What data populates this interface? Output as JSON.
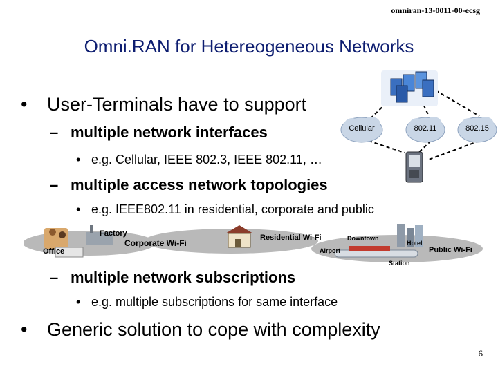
{
  "doc_id": "omniran-13-0011-00-ecsg",
  "title": "Omni.RAN for Hetereogeneous Networks",
  "bullets": {
    "b1": "User-Terminals have to support",
    "sub1": "multiple network interfaces",
    "sub1_example": "e.g. Cellular, IEEE 802.3, IEEE 802.11, …",
    "sub2": "multiple access network topologies",
    "sub2_example": "e.g. IEEE802.11 in residential, corporate and public",
    "sub3": "multiple network subscriptions",
    "sub3_example": "e.g. multiple subscriptions for same interface",
    "b2": "Generic solution to cope with complexity"
  },
  "network_diagram": {
    "clouds": [
      "Cellular",
      "802.11",
      "802.15"
    ]
  },
  "wifi_strip": {
    "labels": {
      "office": "Office",
      "factory": "Factory",
      "corporate": "Corporate Wi-Fi",
      "residential": "Residential Wi-Fi",
      "downtown": "Downtown",
      "airport": "Airport",
      "hotel": "Hotel",
      "station": "Station",
      "public": "Public Wi-Fi"
    }
  },
  "symbols": {
    "bullet": "•",
    "dash": "–"
  },
  "page_number": "6",
  "colors": {
    "title": "#0d1d70",
    "cloud": "#c9d6e6",
    "strip": "#b9b9b9"
  }
}
